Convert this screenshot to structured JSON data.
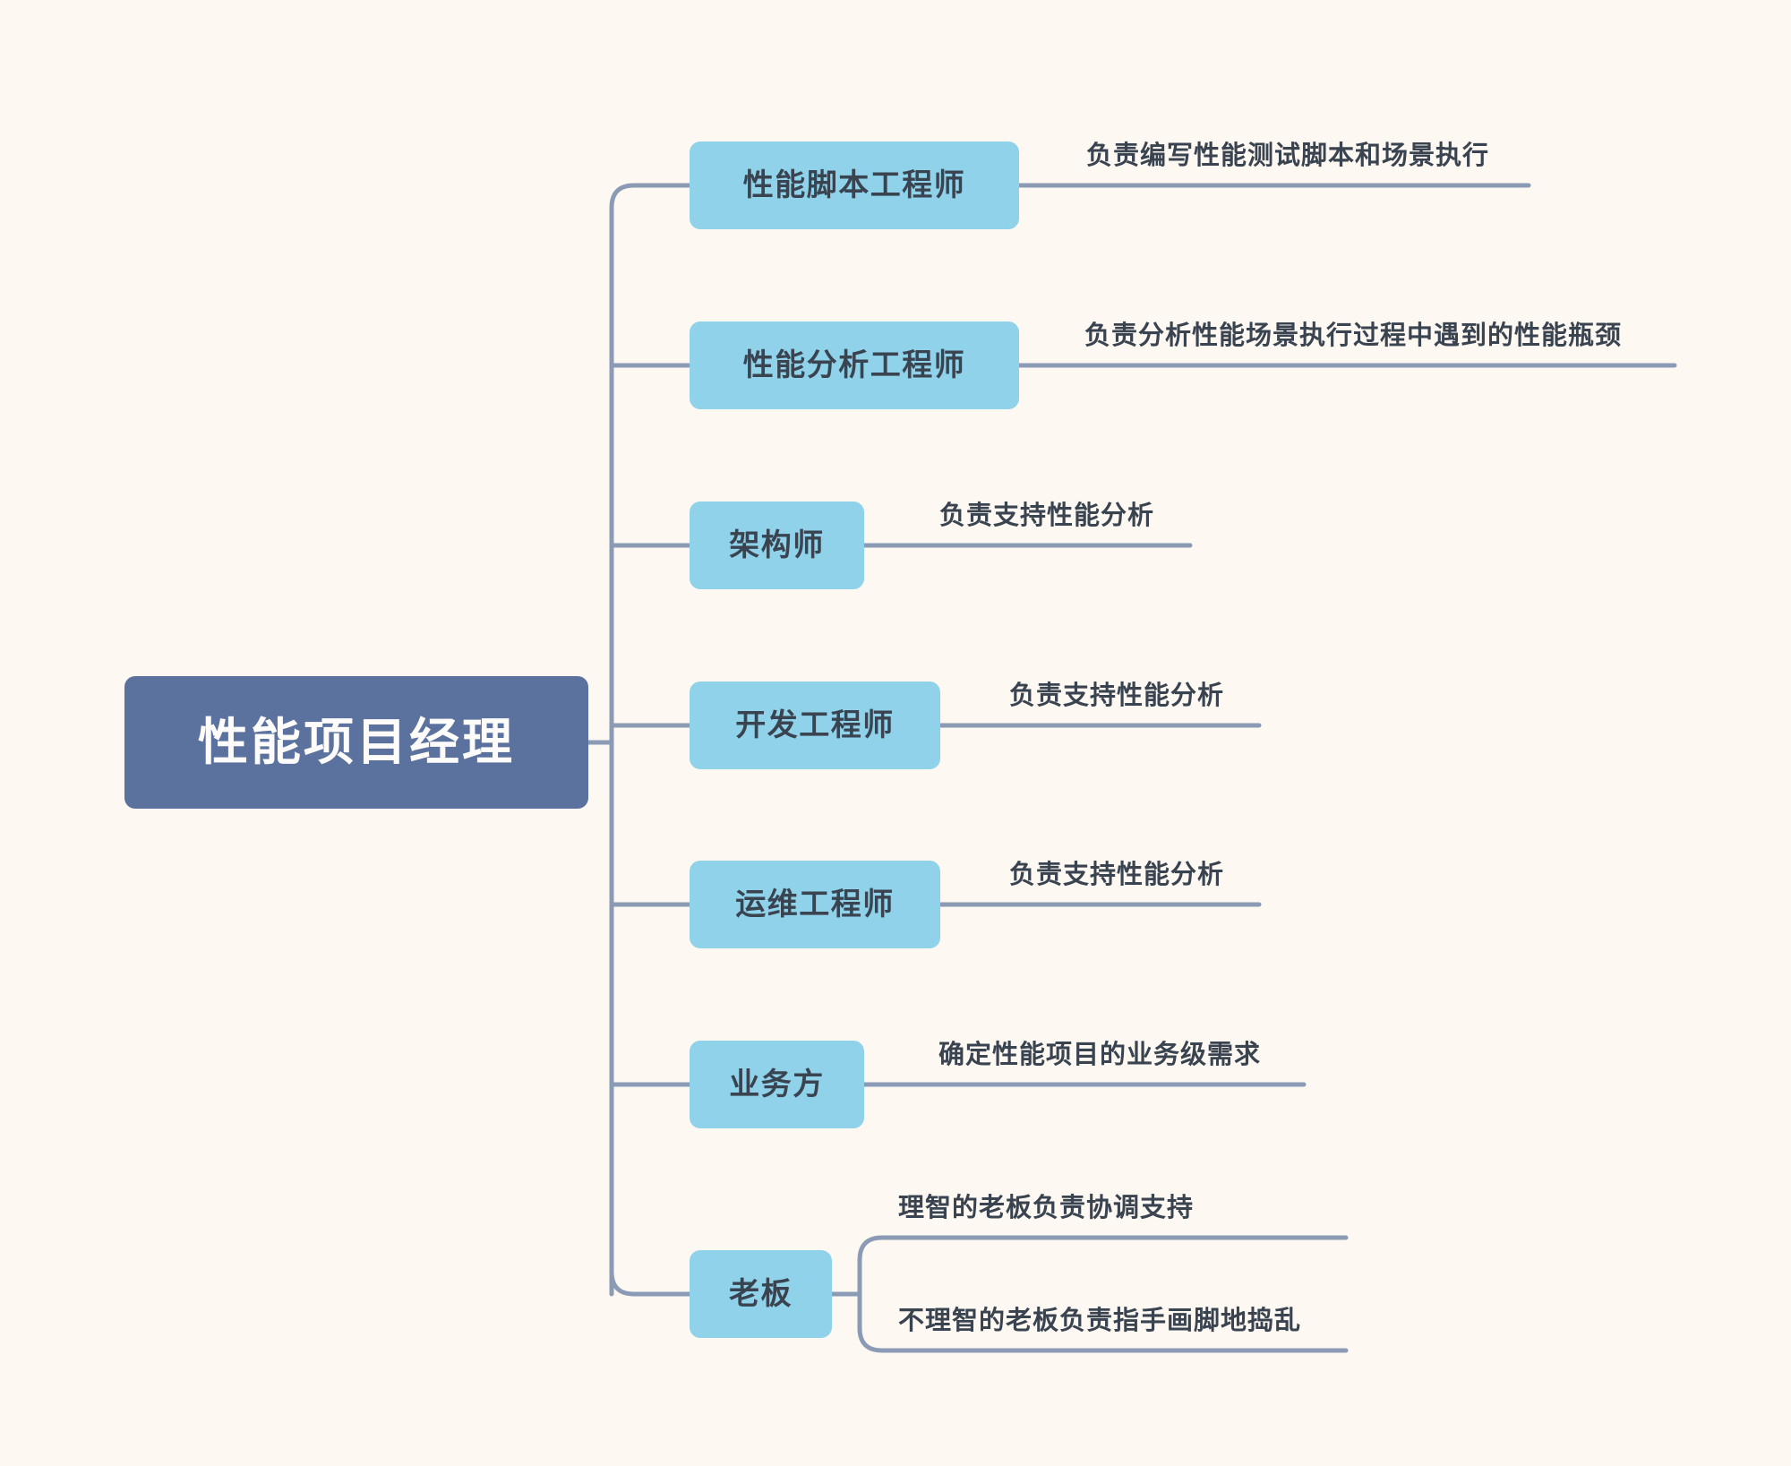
{
  "canvas": {
    "background_color": "#fdf8f2",
    "node_color": "#8fd2ea",
    "root_color": "#5b719e",
    "line_color": "#8c9bb5",
    "text_color": "#3a4450",
    "root_text_color": "#fdfcfa"
  },
  "mindmap": {
    "root": {
      "label": "性能项目经理"
    },
    "branches": [
      {
        "label": "性能脚本工程师",
        "leaves": [
          {
            "text": "负责编写性能测试脚本和场景执行"
          }
        ]
      },
      {
        "label": "性能分析工程师",
        "leaves": [
          {
            "text": "负责分析性能场景执行过程中遇到的性能瓶颈"
          }
        ]
      },
      {
        "label": "架构师",
        "leaves": [
          {
            "text": "负责支持性能分析"
          }
        ]
      },
      {
        "label": "开发工程师",
        "leaves": [
          {
            "text": "负责支持性能分析"
          }
        ]
      },
      {
        "label": "运维工程师",
        "leaves": [
          {
            "text": "负责支持性能分析"
          }
        ]
      },
      {
        "label": "业务方",
        "leaves": [
          {
            "text": "确定性能项目的业务级需求"
          }
        ]
      },
      {
        "label": "老板",
        "leaves": [
          {
            "text": "理智的老板负责协调支持"
          },
          {
            "text": "不理智的老板负责指手画脚地捣乱"
          }
        ]
      }
    ]
  }
}
